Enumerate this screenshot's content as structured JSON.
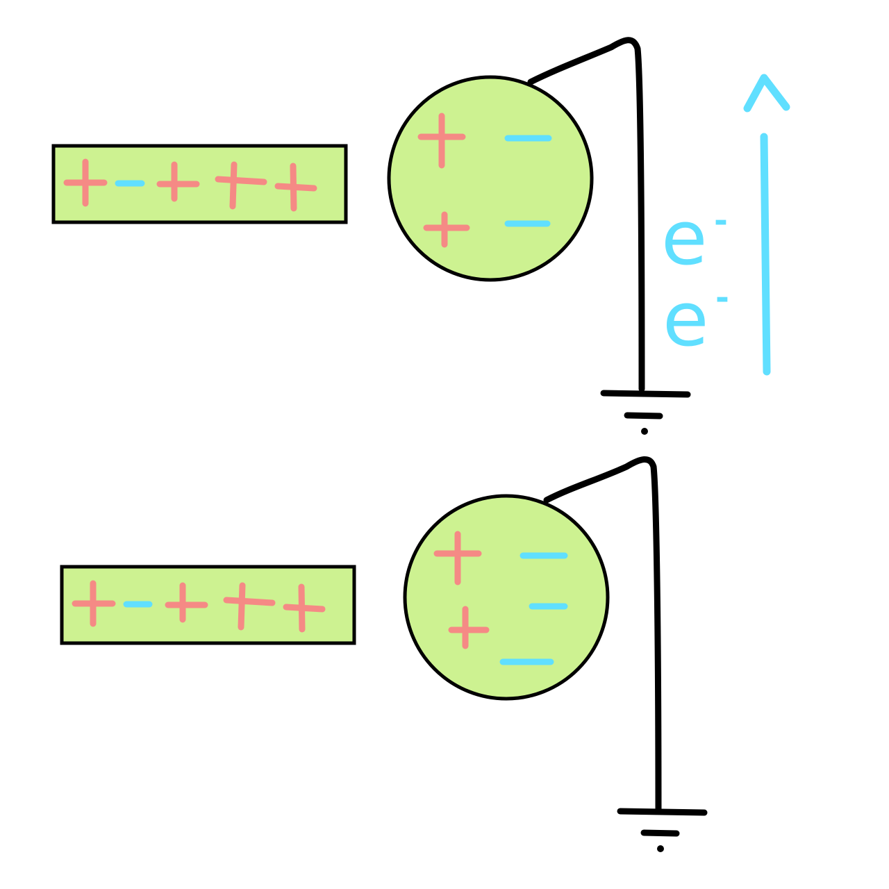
{
  "colors": {
    "object_fill": "#cdf291",
    "outline": "#000000",
    "positive": "#f58a85",
    "negative": "#60dfff",
    "background": "#ffffff"
  },
  "panels": [
    {
      "name": "before-grounding-removed",
      "rod_charges": [
        "+",
        "-",
        "+",
        "+",
        "+"
      ],
      "sphere_charges": [
        "+",
        "-",
        "+",
        "-"
      ],
      "electron_flow": {
        "labels": [
          {
            "base": "e",
            "sup": "-"
          },
          {
            "base": "e",
            "sup": "-"
          }
        ],
        "direction": "up",
        "arrowhead_icon": "caret-up-icon"
      },
      "ground_icon": "ground-symbol-icon"
    },
    {
      "name": "after-excess-negative",
      "rod_charges": [
        "+",
        "-",
        "+",
        "+",
        "+"
      ],
      "sphere_charges": [
        "+",
        "-",
        "+",
        "-",
        "-"
      ],
      "ground_icon": "ground-symbol-icon"
    }
  ]
}
